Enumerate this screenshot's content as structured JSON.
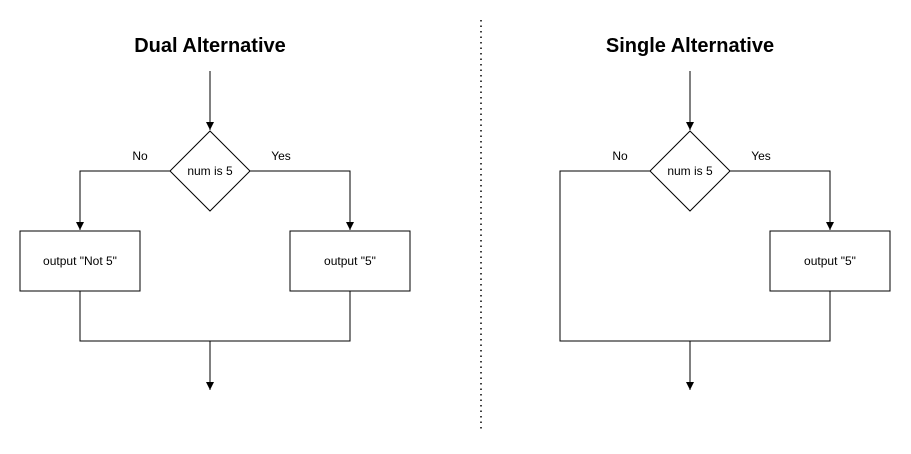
{
  "left": {
    "title": "Dual Alternative",
    "condition": "num is 5",
    "no_label": "No",
    "yes_label": "Yes",
    "no_box": "output \"Not 5\"",
    "yes_box": "output \"5\""
  },
  "right": {
    "title": "Single Alternative",
    "condition": "num is 5",
    "no_label": "No",
    "yes_label": "Yes",
    "yes_box": "output \"5\""
  }
}
